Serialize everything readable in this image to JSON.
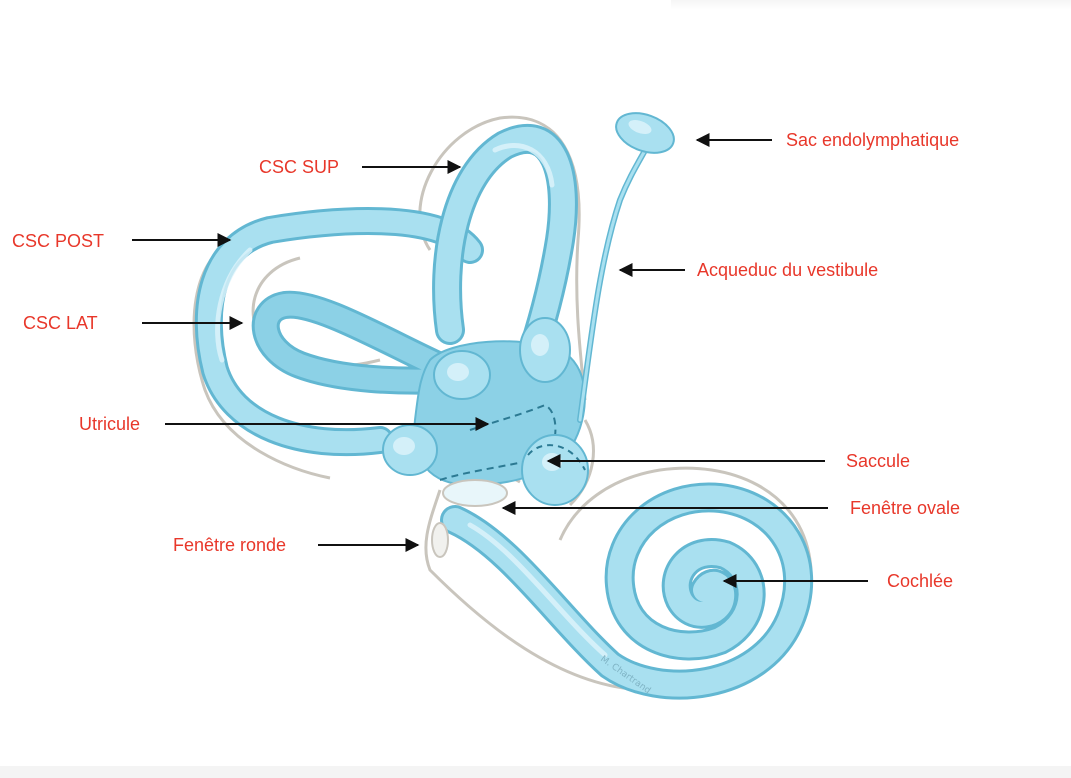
{
  "colors": {
    "label": "#e8372a",
    "arrow": "#111111",
    "membrane": "#a9e0f0",
    "membrane_stroke": "#62b7d2",
    "membrane_dark": "#8cd1e6",
    "highlight": "#dff4fb",
    "bony": "#c9c5bd"
  },
  "labels": {
    "csc_sup": "CSC SUP",
    "csc_post": "CSC POST",
    "csc_lat": "CSC LAT",
    "utricule": "Utricule",
    "fenetre_ronde": "Fenêtre ronde",
    "sac_endolymphatique": "Sac endolymphatique",
    "acqueduc": "Acqueduc du vestibule",
    "saccule": "Saccule",
    "fenetre_ovale": "Fenêtre ovale",
    "cochlee": "Cochlée"
  },
  "signature": "M. Chartrand"
}
